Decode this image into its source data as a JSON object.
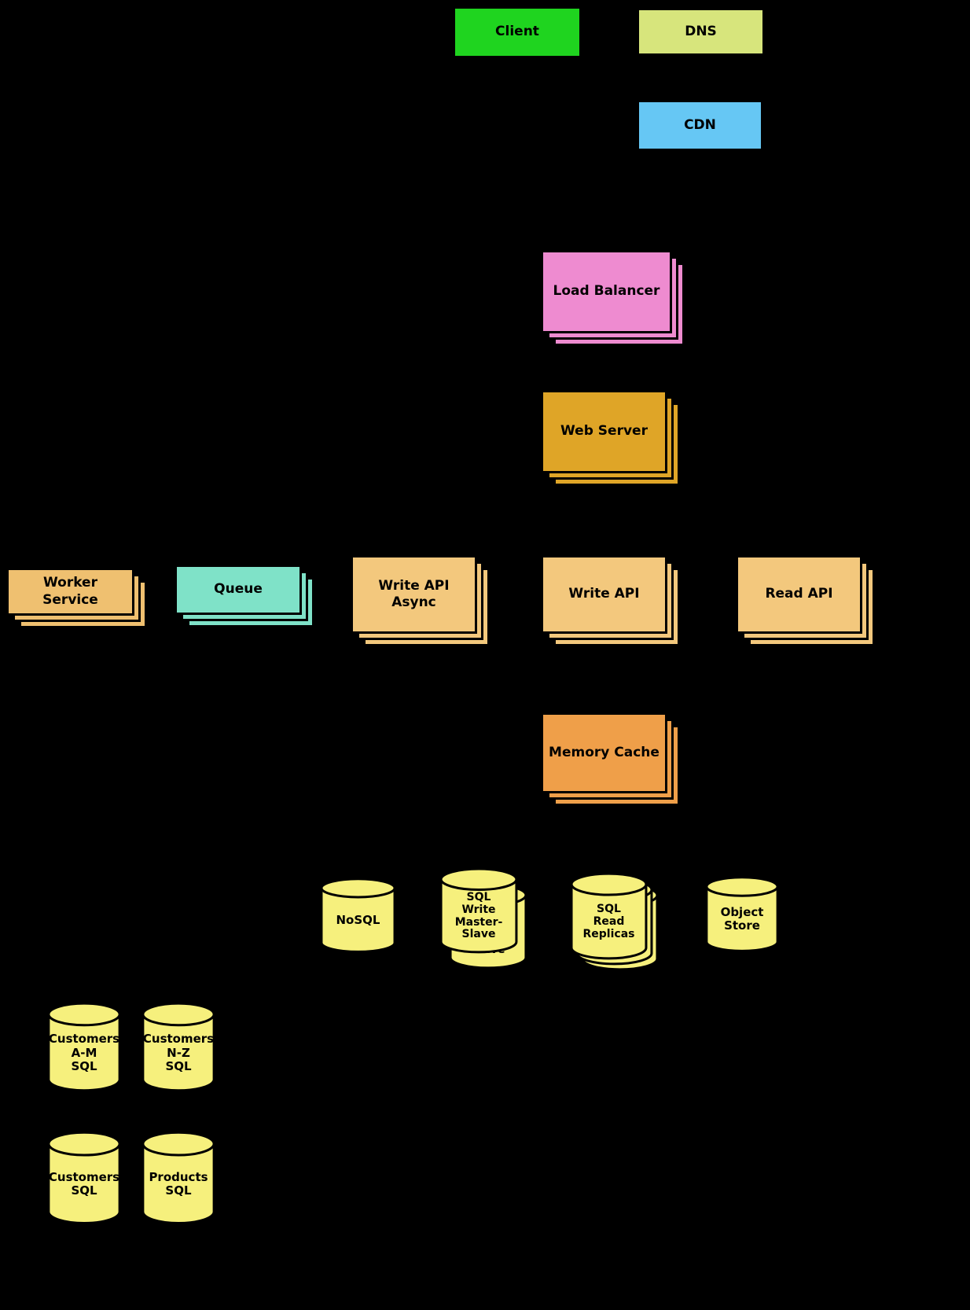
{
  "colors": {
    "background": "#000000",
    "outline": "#000000",
    "label_text": "#000000",
    "client": "#1fd41f",
    "dns": "#d7e57c",
    "cdn": "#66c7f4",
    "load_balancer": "#ee8bd0",
    "web_server": "#dfa527",
    "worker_service": "#efc070",
    "queue": "#7fe2c8",
    "write_api_async": "#f3c87d",
    "write_api": "#f3c87d",
    "read_api": "#f3c87d",
    "memory_cache": "#ef9f49",
    "database": "#f6f07d"
  },
  "nodes": {
    "client": {
      "label": "Client"
    },
    "dns": {
      "label": "DNS"
    },
    "cdn": {
      "label": "CDN"
    },
    "load_balancer": {
      "label": "Load Balancer"
    },
    "web_server": {
      "label": "Web Server"
    },
    "worker_service": {
      "label": "Worker\nService"
    },
    "queue": {
      "label": "Queue"
    },
    "write_api_async": {
      "label": "Write API\nAsync"
    },
    "write_api": {
      "label": "Write API"
    },
    "read_api": {
      "label": "Read API"
    },
    "memory_cache": {
      "label": "Memory Cache"
    },
    "nosql": {
      "label": "NoSQL"
    },
    "sql_write": {
      "label": "SQL\nWrite\nMaster-\nSlave"
    },
    "sql_read": {
      "label": "SQL\nRead\nReplicas"
    },
    "object_store": {
      "label": "Object\nStore"
    },
    "customers_am": {
      "label": "Customers\nA-M\nSQL"
    },
    "customers_nz": {
      "label": "Customers\nN-Z\nSQL"
    },
    "customers_sql": {
      "label": "Customers\nSQL"
    },
    "products_sql": {
      "label": "Products\nSQL"
    }
  }
}
